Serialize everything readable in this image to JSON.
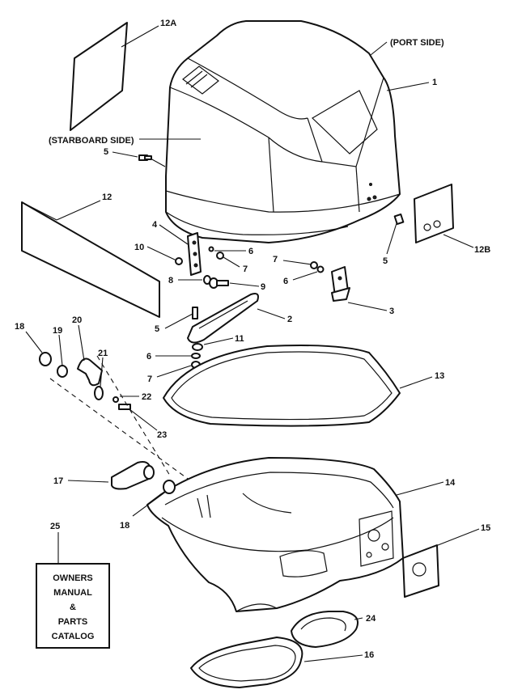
{
  "labels": {
    "l1": "1",
    "l2": "2",
    "l3": "3",
    "l4": "4",
    "l5a": "5",
    "l5b": "5",
    "l5c": "5",
    "l6a": "6",
    "l6b": "6",
    "l6c": "6",
    "l7a": "7",
    "l7b": "7",
    "l7c": "7",
    "l8": "8",
    "l9": "9",
    "l10": "10",
    "l11": "11",
    "l12": "12",
    "l12a": "12A",
    "l12b": "12B",
    "l13": "13",
    "l14": "14",
    "l15": "15",
    "l16": "16",
    "l17": "17",
    "l18a": "18",
    "l18b": "18",
    "l19": "19",
    "l20": "20",
    "l21": "21",
    "l22": "22",
    "l23": "23",
    "l24": "24",
    "l25": "25"
  },
  "callouts": {
    "port_side": "(PORT SIDE)",
    "starboard_side": "(STARBOARD SIDE)"
  },
  "manual_box": [
    "OWNERS",
    "MANUAL",
    "&",
    "PARTS",
    "CATALOG"
  ]
}
